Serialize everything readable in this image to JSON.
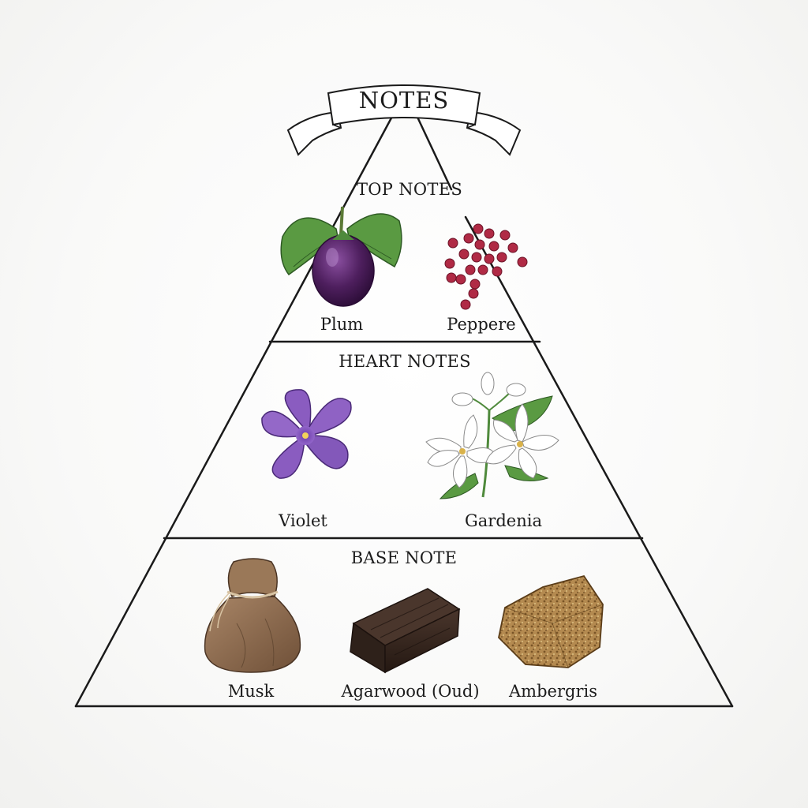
{
  "banner": {
    "title": "NOTES"
  },
  "tiers": {
    "top": {
      "title": "TOP NOTES",
      "items": [
        {
          "label": "Plum",
          "icon": "plum-icon"
        },
        {
          "label": "Peppere",
          "icon": "pink-peppercorns-icon"
        }
      ]
    },
    "heart": {
      "title": "HEART NOTES",
      "items": [
        {
          "label": "Violet",
          "icon": "violet-flower-icon"
        },
        {
          "label": "Gardenia",
          "icon": "gardenia-flower-icon"
        }
      ]
    },
    "base": {
      "title": "BASE NOTE",
      "items": [
        {
          "label": "Musk",
          "icon": "musk-pouch-icon"
        },
        {
          "label": "Agarwood (Oud)",
          "icon": "agarwood-block-icon"
        },
        {
          "label": "Ambergris",
          "icon": "ambergris-chunk-icon"
        }
      ]
    }
  },
  "colors": {
    "outline": "#1a1a1a",
    "plum": "#4e1f5e",
    "leaf": "#4f8a3c",
    "peppercorn": "#b02a45",
    "violet": "#8a5cc0",
    "gardenia": "#ffffff",
    "musk": "#8b6a4f",
    "agarwood": "#3a2a22",
    "ambergris": "#a8804a"
  }
}
